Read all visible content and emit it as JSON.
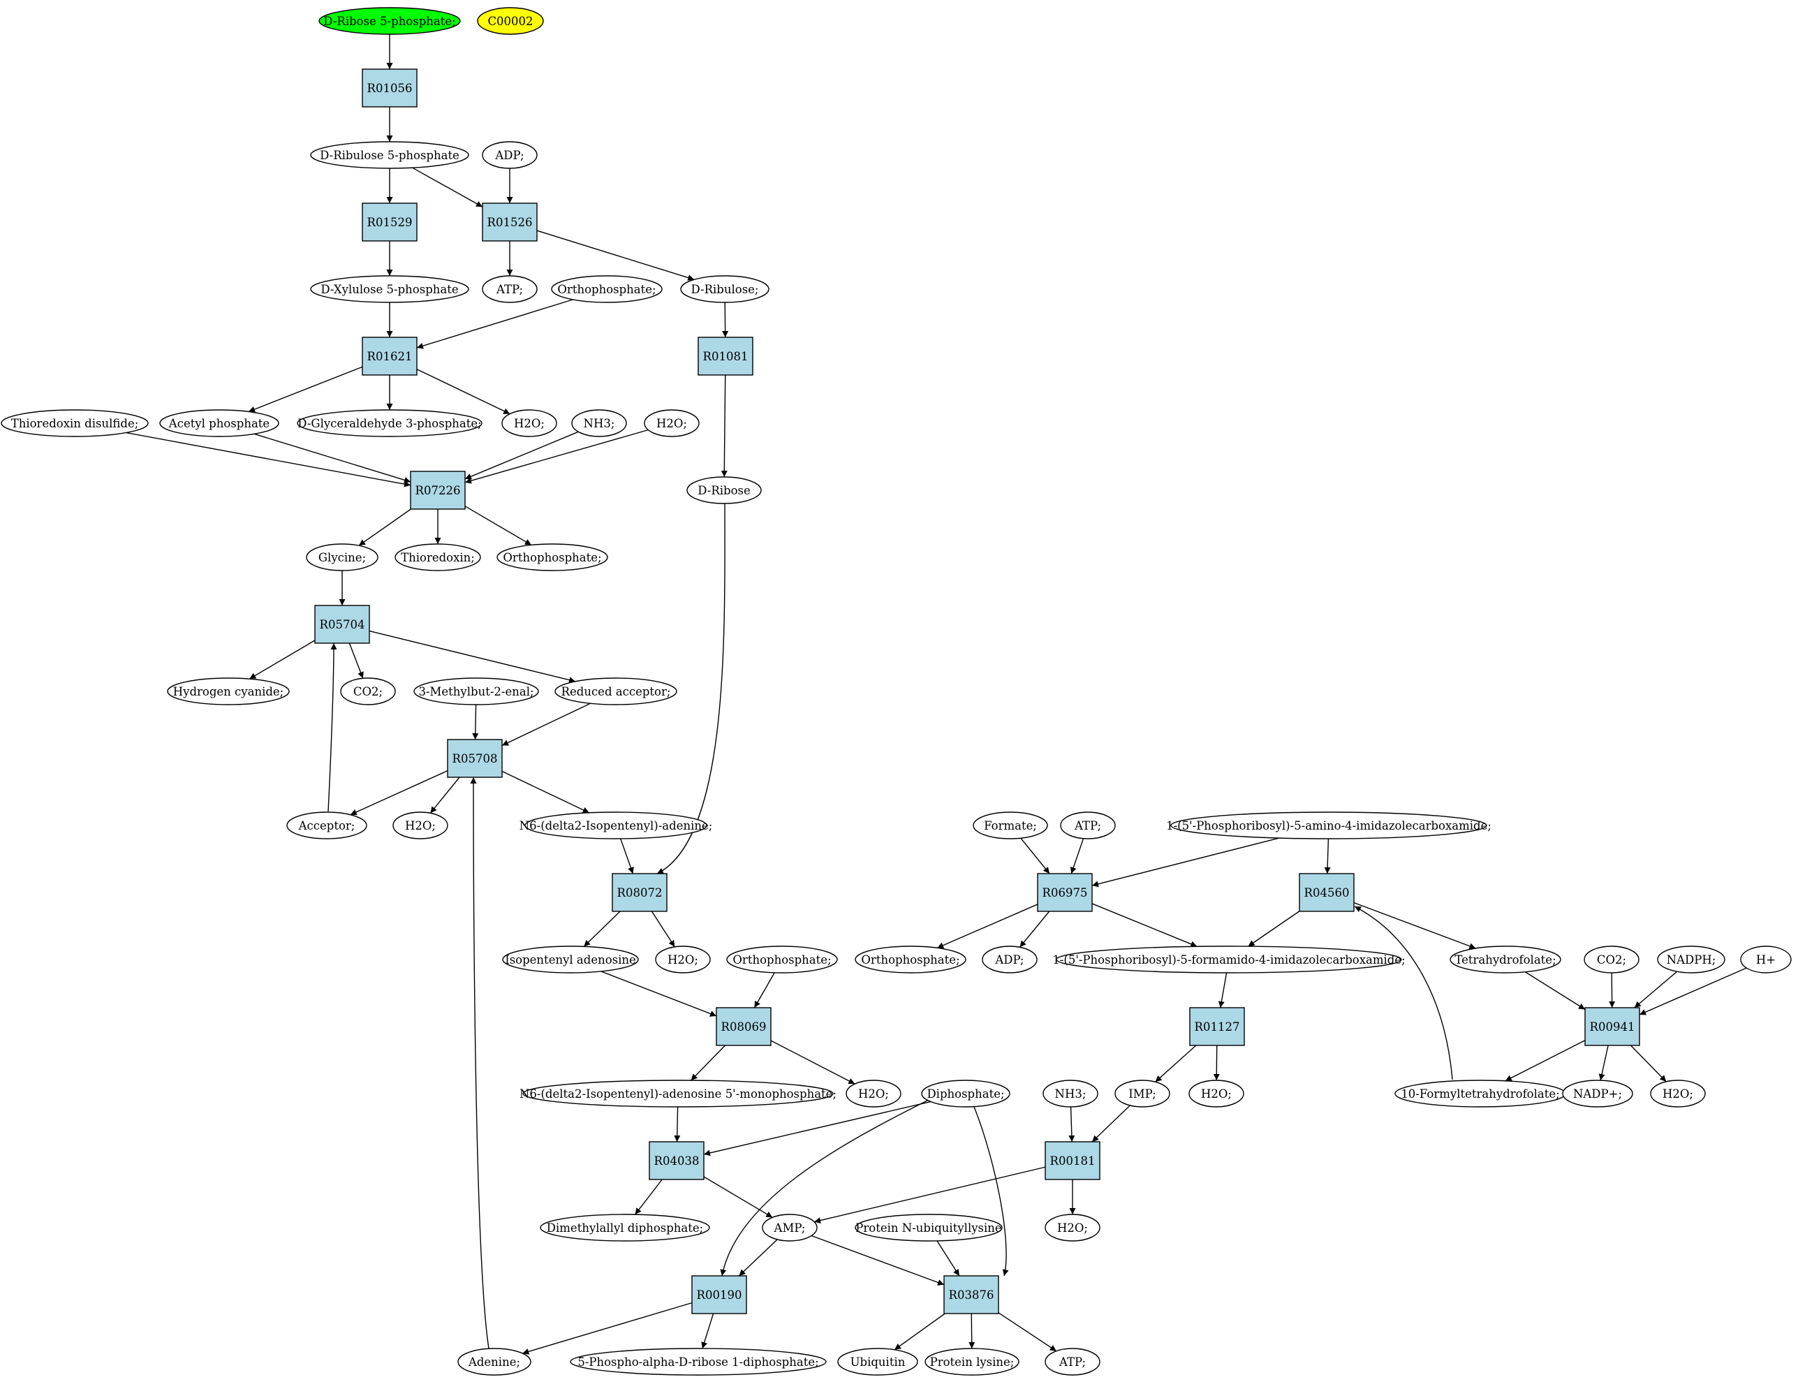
{
  "compounds": {
    "c_ribose5p": {
      "label": "D-Ribose 5-phosphate;",
      "fill": "#00ff00"
    },
    "c_c00002": {
      "label": "C00002",
      "fill": "#ffff00"
    },
    "c_ribulose5p": {
      "label": "D-Ribulose 5-phosphate"
    },
    "c_adp1": {
      "label": "ADP;"
    },
    "c_atp1": {
      "label": "ATP;"
    },
    "c_xylulose5p": {
      "label": "D-Xylulose 5-phosphate"
    },
    "c_orthop1": {
      "label": "Orthophosphate;"
    },
    "c_dribulose": {
      "label": "D-Ribulose;"
    },
    "c_thioredoxin_ds": {
      "label": "Thioredoxin disulfide;"
    },
    "c_acetylp": {
      "label": "Acetyl phosphate"
    },
    "c_g3p": {
      "label": "D-Glyceraldehyde 3-phosphate;"
    },
    "c_h2o_a": {
      "label": "H2O;"
    },
    "c_nh3_a": {
      "label": "NH3;"
    },
    "c_h2o_b": {
      "label": "H2O;"
    },
    "c_dribose": {
      "label": "D-Ribose"
    },
    "c_glycine": {
      "label": "Glycine;"
    },
    "c_thioredoxin": {
      "label": "Thioredoxin;"
    },
    "c_orthop2": {
      "label": "Orthophosphate;"
    },
    "c_hcn": {
      "label": "Hydrogen cyanide;"
    },
    "c_co2_a": {
      "label": "CO2;"
    },
    "c_methylbutenal": {
      "label": "3-Methylbut-2-enal;"
    },
    "c_redacc": {
      "label": "Reduced acceptor;"
    },
    "c_acceptor": {
      "label": "Acceptor;"
    },
    "c_h2o_c": {
      "label": "H2O;"
    },
    "c_n6ade": {
      "label": "N6-(delta2-Isopentenyl)-adenine;"
    },
    "c_isoade": {
      "label": "Isopentenyl adenosine"
    },
    "c_h2o_d": {
      "label": "H2O;"
    },
    "c_orthop3": {
      "label": "Orthophosphate;"
    },
    "c_n6amp": {
      "label": "N6-(delta2-Isopentenyl)-adenosine 5'-monophosphate;"
    },
    "c_h2o_e": {
      "label": "H2O;"
    },
    "c_diphosphate": {
      "label": "Diphosphate;"
    },
    "c_dmapp": {
      "label": "Dimethylallyl diphosphate;"
    },
    "c_amp": {
      "label": "AMP;"
    },
    "c_protnub": {
      "label": "Protein N-ubiquityllysine"
    },
    "c_adenine": {
      "label": "Adenine;"
    },
    "c_prpp": {
      "label": "5-Phospho-alpha-D-ribose 1-diphosphate;"
    },
    "c_ubiquitin": {
      "label": "Ubiquitin"
    },
    "c_protlys": {
      "label": "Protein lysine;"
    },
    "c_atp3": {
      "label": "ATP;"
    },
    "c_formate": {
      "label": "Formate;"
    },
    "c_atp2": {
      "label": "ATP;"
    },
    "c_aicar": {
      "label": "1-(5'-Phosphoribosyl)-5-amino-4-imidazolecarboxamide;"
    },
    "c_orthop4": {
      "label": "Orthophosphate;"
    },
    "c_adp2": {
      "label": "ADP;"
    },
    "c_faicar": {
      "label": "1-(5'-Phosphoribosyl)-5-formamido-4-imidazolecarboxamide;"
    },
    "c_thf": {
      "label": "Tetrahydrofolate;"
    },
    "c_co2_b": {
      "label": "CO2;"
    },
    "c_nadph": {
      "label": "NADPH;"
    },
    "c_hplus": {
      "label": "H+"
    },
    "c_nh3_b": {
      "label": "NH3;"
    },
    "c_imp": {
      "label": "IMP;"
    },
    "c_h2o_f": {
      "label": "H2O;"
    },
    "c_formylthf": {
      "label": "10-Formyltetrahydrofolate;"
    },
    "c_nadp": {
      "label": "NADP+;"
    },
    "c_h2o_g": {
      "label": "H2O;"
    },
    "c_h2o_h": {
      "label": "H2O;"
    }
  },
  "reactions": {
    "r01056": {
      "label": "R01056"
    },
    "r01529": {
      "label": "R01529"
    },
    "r01526": {
      "label": "R01526"
    },
    "r01621": {
      "label": "R01621"
    },
    "r01081": {
      "label": "R01081"
    },
    "r07226": {
      "label": "R07226"
    },
    "r05704": {
      "label": "R05704"
    },
    "r05708": {
      "label": "R05708"
    },
    "r08072": {
      "label": "R08072"
    },
    "r08069": {
      "label": "R08069"
    },
    "r04038": {
      "label": "R04038"
    },
    "r00190": {
      "label": "R00190"
    },
    "r03876": {
      "label": "R03876"
    },
    "r06975": {
      "label": "R06975"
    },
    "r04560": {
      "label": "R04560"
    },
    "r01127": {
      "label": "R01127"
    },
    "r00181": {
      "label": "R00181"
    },
    "r00941": {
      "label": "R00941"
    }
  },
  "edges": [
    [
      "c_ribose5p",
      "r01056"
    ],
    [
      "r01056",
      "c_ribulose5p"
    ],
    [
      "c_ribulose5p",
      "r01529"
    ],
    [
      "c_ribulose5p",
      "r01526"
    ],
    [
      "c_adp1",
      "r01526"
    ],
    [
      "r01529",
      "c_xylulose5p"
    ],
    [
      "r01526",
      "c_atp1"
    ],
    [
      "r01526",
      "c_dribulose"
    ],
    [
      "c_xylulose5p",
      "r01621"
    ],
    [
      "c_orthop1",
      "r01621"
    ],
    [
      "c_dribulose",
      "r01081"
    ],
    [
      "r01621",
      "c_acetylp"
    ],
    [
      "r01621",
      "c_g3p"
    ],
    [
      "r01621",
      "c_h2o_a"
    ],
    [
      "r01081",
      "c_dribose"
    ],
    [
      "c_thioredoxin_ds",
      "r07226"
    ],
    [
      "c_acetylp",
      "r07226"
    ],
    [
      "c_nh3_a",
      "r07226"
    ],
    [
      "c_h2o_b",
      "r07226"
    ],
    [
      "r07226",
      "c_glycine"
    ],
    [
      "r07226",
      "c_thioredoxin"
    ],
    [
      "r07226",
      "c_orthop2"
    ],
    [
      "c_glycine",
      "r05704"
    ],
    [
      "c_acceptor",
      "r05704"
    ],
    [
      "r05704",
      "c_hcn"
    ],
    [
      "r05704",
      "c_co2_a"
    ],
    [
      "r05704",
      "c_redacc"
    ],
    [
      "c_methylbutenal",
      "r05708"
    ],
    [
      "c_redacc",
      "r05708"
    ],
    [
      "c_adenine",
      "r05708"
    ],
    [
      "r05708",
      "c_acceptor"
    ],
    [
      "r05708",
      "c_h2o_c"
    ],
    [
      "r05708",
      "c_n6ade"
    ],
    [
      "c_n6ade",
      "r08072"
    ],
    [
      "c_dribose",
      "r08072"
    ],
    [
      "r08072",
      "c_isoade"
    ],
    [
      "r08072",
      "c_h2o_d"
    ],
    [
      "c_isoade",
      "r08069"
    ],
    [
      "c_orthop3",
      "r08069"
    ],
    [
      "r08069",
      "c_n6amp"
    ],
    [
      "r08069",
      "c_h2o_e"
    ],
    [
      "c_n6amp",
      "r04038"
    ],
    [
      "c_diphosphate",
      "r04038"
    ],
    [
      "r04038",
      "c_dmapp"
    ],
    [
      "r04038",
      "c_amp"
    ],
    [
      "c_amp",
      "r00190"
    ],
    [
      "c_diphosphate",
      "r00190"
    ],
    [
      "r00190",
      "c_adenine"
    ],
    [
      "r00190",
      "c_prpp"
    ],
    [
      "c_amp",
      "r03876"
    ],
    [
      "c_protnub",
      "r03876"
    ],
    [
      "c_diphosphate",
      "r03876"
    ],
    [
      "r03876",
      "c_ubiquitin"
    ],
    [
      "r03876",
      "c_protlys"
    ],
    [
      "r03876",
      "c_atp3"
    ],
    [
      "c_formate",
      "r06975"
    ],
    [
      "c_atp2",
      "r06975"
    ],
    [
      "c_aicar",
      "r06975"
    ],
    [
      "c_aicar",
      "r04560"
    ],
    [
      "r06975",
      "c_orthop4"
    ],
    [
      "r06975",
      "c_adp2"
    ],
    [
      "r06975",
      "c_faicar"
    ],
    [
      "r04560",
      "c_faicar"
    ],
    [
      "r04560",
      "c_thf"
    ],
    [
      "c_formylthf",
      "r04560"
    ],
    [
      "c_faicar",
      "r01127"
    ],
    [
      "r01127",
      "c_imp"
    ],
    [
      "r01127",
      "c_h2o_f"
    ],
    [
      "c_nh3_b",
      "r00181"
    ],
    [
      "c_imp",
      "r00181"
    ],
    [
      "r00181",
      "c_amp"
    ],
    [
      "r00181",
      "c_h2o_h"
    ],
    [
      "c_thf",
      "r00941"
    ],
    [
      "c_co2_b",
      "r00941"
    ],
    [
      "c_nadph",
      "r00941"
    ],
    [
      "c_hplus",
      "r00941"
    ],
    [
      "r00941",
      "c_formylthf"
    ],
    [
      "r00941",
      "c_nadp"
    ],
    [
      "r00941",
      "c_h2o_g"
    ]
  ]
}
